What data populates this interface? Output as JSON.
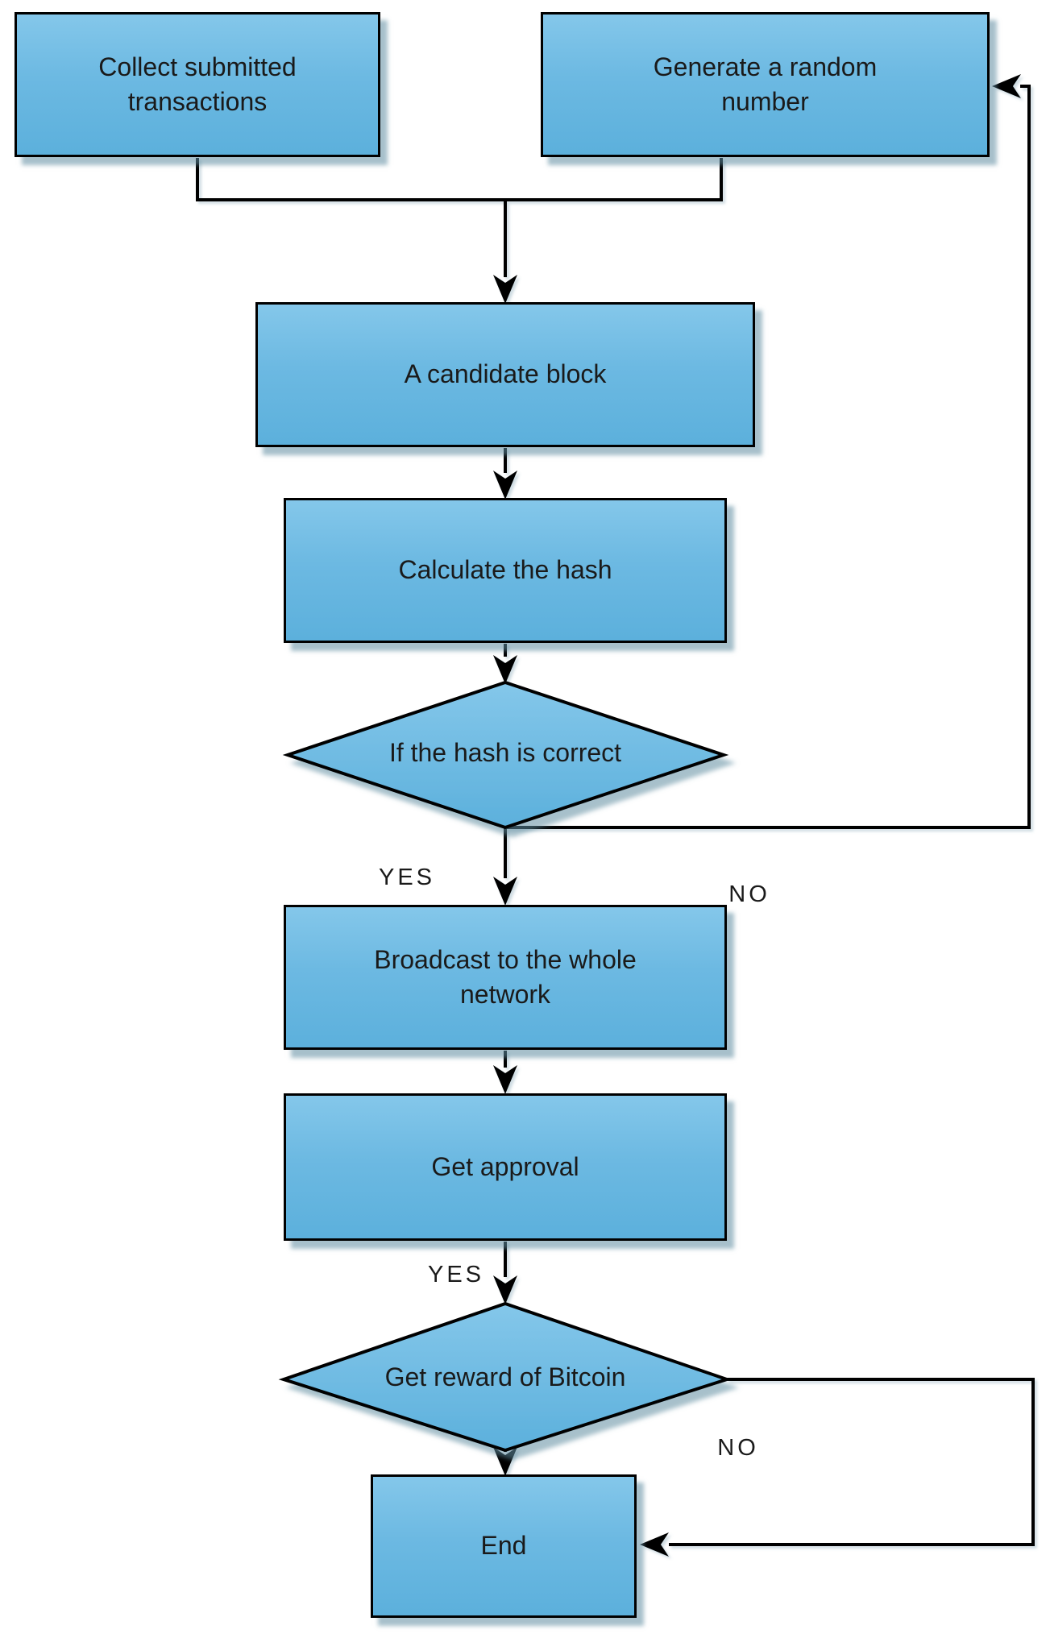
{
  "flowchart": {
    "background": "#ffffff",
    "colors": {
      "node_fill_top": "#84c7ea",
      "node_fill_bottom": "#5cb0dc",
      "node_border": "#000000",
      "connector": "#000000",
      "shadow": "#5e8ca0",
      "text": "#1a1a1a"
    },
    "nodes": {
      "collect_transactions": {
        "type": "process",
        "label": "Collect submitted transactions",
        "lines": [
          "Collect submitted",
          "transactions"
        ]
      },
      "generate_random_number": {
        "type": "process",
        "label": "Generate a random number",
        "lines": [
          "Generate a random",
          "number"
        ]
      },
      "candidate_block": {
        "type": "process",
        "label": "A candidate block",
        "lines": [
          "A candidate block"
        ]
      },
      "calculate_hash": {
        "type": "process",
        "label": "Calculate the hash",
        "lines": [
          "Calculate the hash"
        ]
      },
      "hash_correct": {
        "type": "decision",
        "label": "If the hash is correct",
        "lines": [
          "If the hash is correct"
        ]
      },
      "broadcast_network": {
        "type": "process",
        "label": "Broadcast to the whole network",
        "lines": [
          "Broadcast to the whole",
          "network"
        ]
      },
      "get_approval": {
        "type": "process",
        "label": "Get approval",
        "lines": [
          "Get approval"
        ]
      },
      "reward_bitcoin": {
        "type": "decision",
        "label": "Get reward of Bitcoin",
        "lines": [
          "Get reward of Bitcoin"
        ]
      },
      "end": {
        "type": "terminator",
        "label": "End",
        "lines": [
          "End"
        ]
      }
    },
    "edges": [
      {
        "from": "collect_transactions",
        "to": "candidate_block",
        "label": ""
      },
      {
        "from": "generate_random_number",
        "to": "candidate_block",
        "label": ""
      },
      {
        "from": "candidate_block",
        "to": "calculate_hash",
        "label": ""
      },
      {
        "from": "calculate_hash",
        "to": "hash_correct",
        "label": ""
      },
      {
        "from": "hash_correct",
        "to": "broadcast_network",
        "label": "YES"
      },
      {
        "from": "hash_correct",
        "to": "generate_random_number",
        "label": "NO"
      },
      {
        "from": "broadcast_network",
        "to": "get_approval",
        "label": ""
      },
      {
        "from": "get_approval",
        "to": "reward_bitcoin",
        "label": "YES"
      },
      {
        "from": "reward_bitcoin",
        "to": "end",
        "label": ""
      },
      {
        "from": "reward_bitcoin",
        "to": "end",
        "label": "NO"
      }
    ]
  }
}
